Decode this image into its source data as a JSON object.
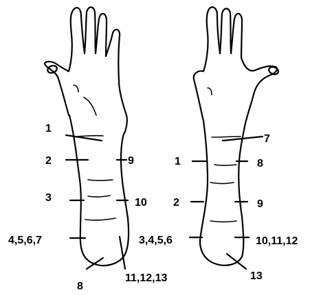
{
  "left_arm": {
    "labels": [
      "1",
      "2",
      "3",
      "4,5,6,7",
      "8",
      "9",
      "10",
      "11,12,13"
    ]
  },
  "right_arm": {
    "labels": [
      "7",
      "1",
      "8",
      "2",
      "9",
      "3,4,5,6",
      "10,11,12",
      "13"
    ]
  }
}
